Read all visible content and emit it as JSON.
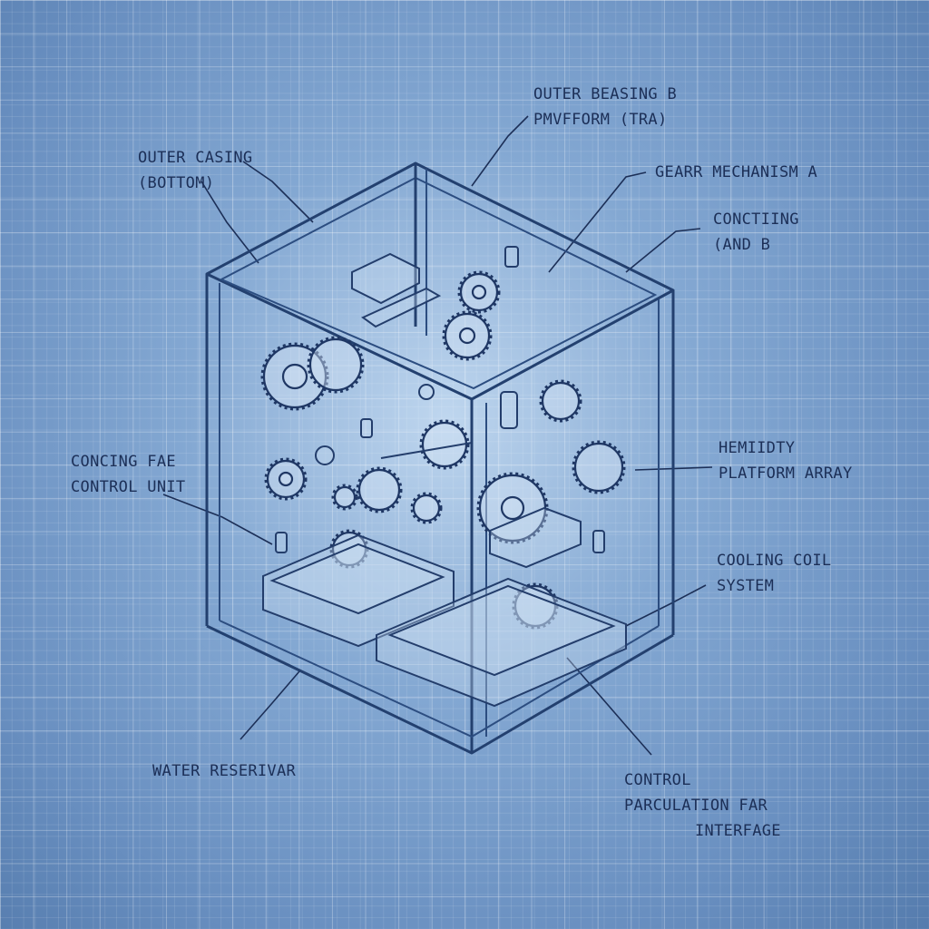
{
  "labels": {
    "outer_casing_bottom": {
      "line1": "OUTER CASING",
      "line2": "(BOTTOM)"
    },
    "outer_beasing": {
      "line1": "OUTER BEASING B",
      "line2": "PMVFFORM (TRA)"
    },
    "gear_mechanism": {
      "line1": "GEARR MECHANISM A"
    },
    "conciting": {
      "line1": "CONCTIING",
      "line2": "(AND B"
    },
    "concing_control": {
      "line1": "CONCING FAE",
      "line2": "CONTROL UNIT"
    },
    "hemidity": {
      "line1": "HEMIIDTY",
      "line2": "PLATFORM ARRAY"
    },
    "cooling_coil": {
      "line1": "COOLING COIL",
      "line2": "SYSTEM"
    },
    "water_reservoir": {
      "line1": "WATER RESERIVAR"
    },
    "control": {
      "line1": "CONTROL",
      "line2": "PARCULATION FAR",
      "line3": "INTERFAGE"
    }
  },
  "colors": {
    "background": "#6d93c4",
    "ink": "#1c2f57",
    "grid": "#ffffff"
  }
}
